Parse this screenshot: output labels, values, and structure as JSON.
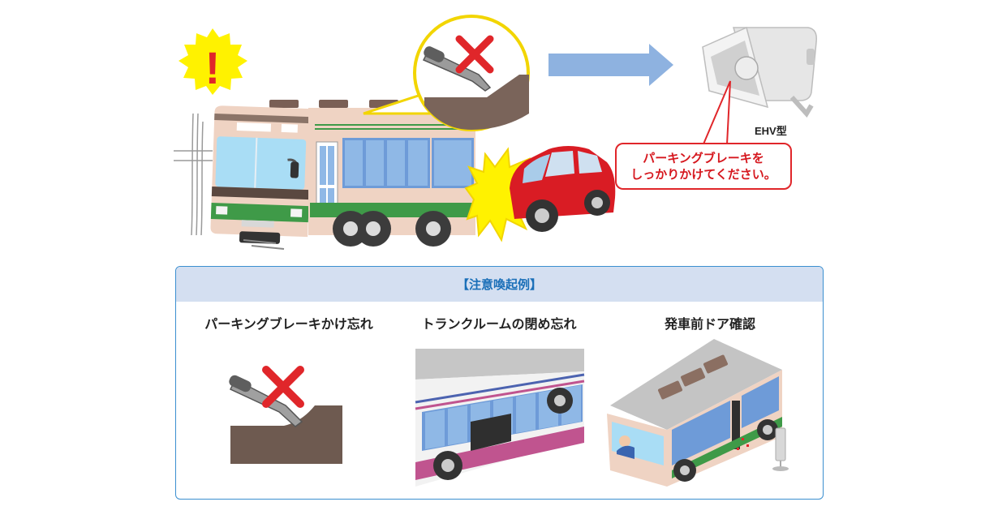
{
  "scene": {
    "warning_symbol": "!",
    "speaker_model": "EHV型",
    "callout": {
      "line1": "パーキングブレーキを",
      "line2": "しっかりかけてください。"
    },
    "colors": {
      "warning_yellow": "#fff200",
      "alert_red": "#e0262a",
      "arrow_blue": "#8eb2e0",
      "car_red": "#d91c24",
      "bus_green": "#3f9a48"
    }
  },
  "examples": {
    "header": "【注意喚起例】",
    "cases": [
      {
        "label": "パーキングブレーキかけ忘れ"
      },
      {
        "label": "トランクルームの閉め忘れ"
      },
      {
        "label": "発車前ドア確認"
      }
    ]
  }
}
